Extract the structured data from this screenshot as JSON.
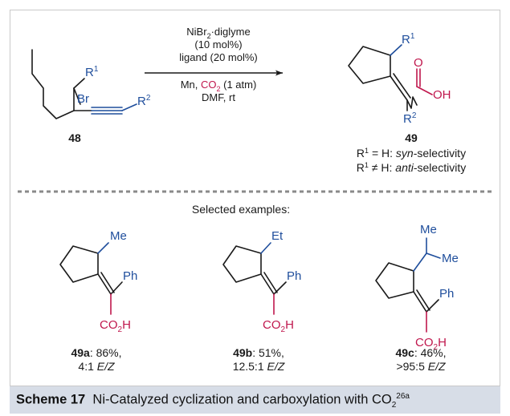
{
  "conditions": {
    "line1": "NiBr",
    "line1_sub": "2",
    "line1_tail": "·diglyme",
    "line2": "(10 mol%)",
    "line3": "ligand (20 mol%)",
    "line4_a": "Mn, ",
    "line4_co": "CO",
    "line4_sub": "2",
    "line4_b": " (1 atm)",
    "line5": "DMF, rt"
  },
  "reactant": {
    "label": "48",
    "r1": "R",
    "r1_sup": "1",
    "br": "Br",
    "r2": "R",
    "r2_sup": "2"
  },
  "product": {
    "label": "49",
    "r1": "R",
    "r1_sup": "1",
    "o": "O",
    "oh": "OH",
    "r2": "R",
    "r2_sup": "2",
    "note1_a": "R",
    "note1_sup": "1",
    "note1_b": " = H: ",
    "note1_em": "syn",
    "note1_c": "-selectivity",
    "note2_a": "R",
    "note2_sup": "1",
    "note2_b": " ≠ H: ",
    "note2_em": "anti",
    "note2_c": "-selectivity"
  },
  "examples_header": "Selected examples:",
  "examples": [
    {
      "sub1": "Me",
      "ph": "Ph",
      "co": "CO",
      "co_sub": "2",
      "co_h": "H",
      "name": "49a",
      "yield": ": 86%,",
      "ratio": "4:1 ",
      "ratio_em": "E/Z"
    },
    {
      "sub1": "Et",
      "ph": "Ph",
      "co": "CO",
      "co_sub": "2",
      "co_h": "H",
      "name": "49b",
      "yield": ": 51%,",
      "ratio": "12.5:1 ",
      "ratio_em": "E/Z"
    },
    {
      "sub1": "Me",
      "sub2": "Me",
      "ph": "Ph",
      "co": "CO",
      "co_sub": "2",
      "co_h": "H",
      "name": "49c",
      "yield": ": 46%,",
      "ratio": ">95:5 ",
      "ratio_em": "E/Z"
    }
  ],
  "caption": {
    "scheme_label": "Scheme 17",
    "text": "Ni-Catalyzed cyclization and carboxylation with CO",
    "sub": "2",
    "ref": "26a"
  },
  "colors": {
    "blue": "#1f4e9c",
    "red": "#c0174d",
    "caption_bg": "#d7dde7",
    "frame": "#c9c9c9"
  }
}
